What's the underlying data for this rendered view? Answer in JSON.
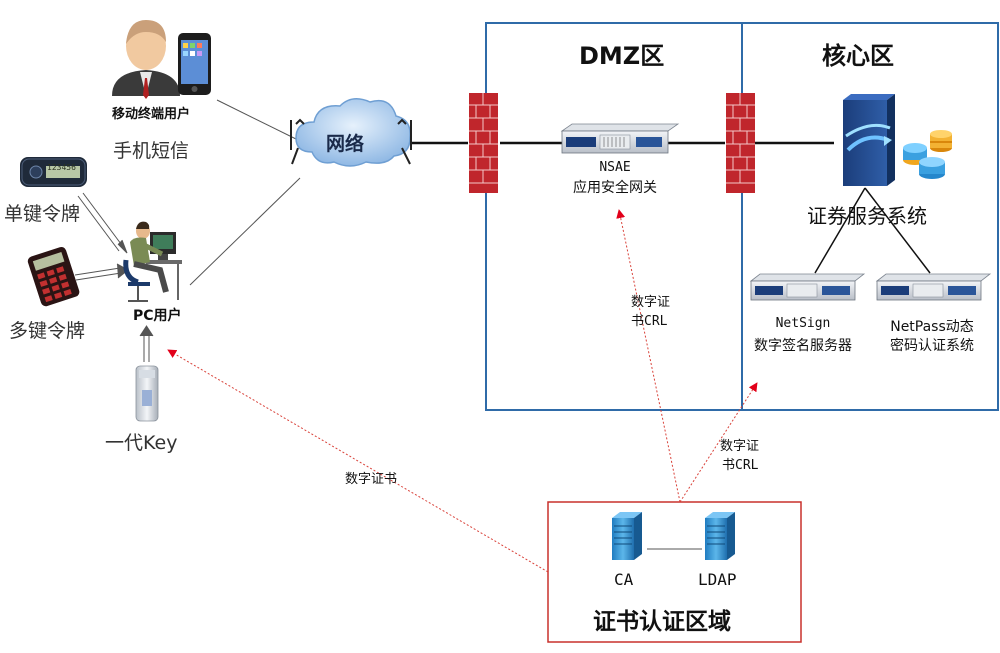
{
  "zones": {
    "dmz_title": "DMZ区",
    "core_title": "核心区",
    "cert_title": "证书认证区域"
  },
  "nodes": {
    "mobile_user": "移动终端用户",
    "sms": "手机短信",
    "network": "网络",
    "single_token": "单键令牌",
    "multi_token": "多键令牌",
    "pc_user": "PC用户",
    "key_v1": "一代Key",
    "nsae_name": "NSAE",
    "nsae_desc": "应用安全网关",
    "securities_system": "证券服务系统",
    "netsign_name": "NetSign",
    "netsign_desc": "数字签名服务器",
    "netpass_name": "NetPass动态",
    "netpass_desc": "密码认证系统",
    "ca": "CA",
    "ldap": "LDAP",
    "token_display": "123456"
  },
  "edges": {
    "cert_crl_1a": "数字证",
    "cert_crl_1b": "书CRL",
    "cert_crl_2a": "数字证",
    "cert_crl_2b": "书CRL",
    "cert_to_pc": "数字证书"
  },
  "colors": {
    "zone_border": "#2f6ba8",
    "cert_border": "#c9302c",
    "dashed_red": "#d9423a",
    "arrow_red": "#e2001a",
    "firewall": "#c0262c",
    "cloud": "#9fc3ea"
  }
}
